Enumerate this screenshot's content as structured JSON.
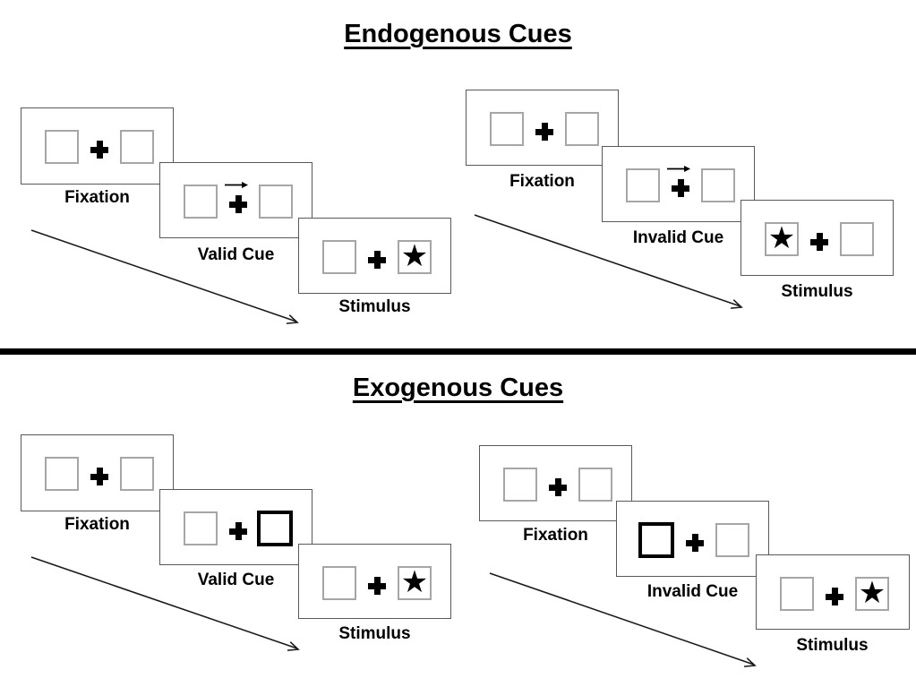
{
  "figure": {
    "glyphs": {
      "star": "★"
    },
    "colors": {
      "panel_border": "#595959",
      "placeholder_box_border": "#a6a6a6",
      "highlight_box_border": "#000000",
      "ink": "#000000",
      "background": "#ffffff"
    },
    "sections": [
      {
        "title": "Endogenous Cues",
        "sequences": [
          {
            "name": "valid-trial",
            "cue_style": "central arrow pointing right above fixation cross",
            "steps": [
              {
                "label": "Fixation"
              },
              {
                "label": "Valid Cue",
                "cue_arrow_direction": "right"
              },
              {
                "label": "Stimulus",
                "star_side": "right"
              }
            ]
          },
          {
            "name": "invalid-trial",
            "cue_style": "central arrow pointing right above fixation cross",
            "steps": [
              {
                "label": "Fixation"
              },
              {
                "label": "Invalid Cue",
                "cue_arrow_direction": "right"
              },
              {
                "label": "Stimulus",
                "star_side": "left"
              }
            ]
          }
        ]
      },
      {
        "title": "Exogenous Cues",
        "sequences": [
          {
            "name": "valid-trial",
            "cue_style": "peripheral box highlighted with thick border",
            "steps": [
              {
                "label": "Fixation"
              },
              {
                "label": "Valid Cue",
                "highlighted_box": "right"
              },
              {
                "label": "Stimulus",
                "star_side": "right"
              }
            ]
          },
          {
            "name": "invalid-trial",
            "cue_style": "peripheral box highlighted with thick border",
            "steps": [
              {
                "label": "Fixation"
              },
              {
                "label": "Invalid Cue",
                "highlighted_box": "left"
              },
              {
                "label": "Stimulus",
                "star_side": "right"
              }
            ]
          }
        ]
      }
    ]
  }
}
